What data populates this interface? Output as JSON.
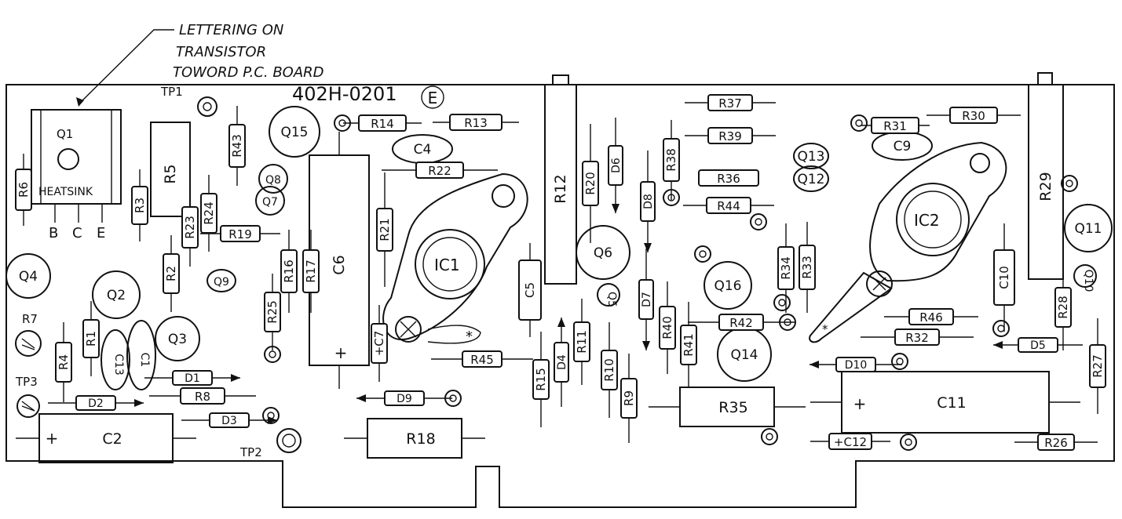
{
  "annotation": {
    "line1": "LETTERING ON",
    "line2": "TRANSISTOR",
    "line3": "TOWORD P.C. BOARD"
  },
  "board_id": "402H-0201",
  "board_rev": "E",
  "heatsink": {
    "q": "Q1",
    "label": "HEATSINK",
    "b": "B",
    "c": "C",
    "e": "E"
  },
  "test_points": {
    "tp1": "TP1",
    "tp2": "TP2",
    "tp3": "TP3"
  },
  "trimmer": "R7",
  "ics": {
    "ic1": "IC1",
    "ic2": "IC2"
  },
  "big_caps": {
    "c2": "C2",
    "c6": "C6",
    "c11": "C11"
  },
  "big_resistors": {
    "r5": "R5",
    "r12": "R12",
    "r18": "R18",
    "r29": "R29",
    "r35": "R35"
  },
  "circle_parts": {
    "q15": "Q15",
    "q4": "Q4",
    "q2": "Q2",
    "q3": "Q3",
    "q6": "Q6",
    "q16": "Q16",
    "q14": "Q14",
    "q11": "Q11",
    "q8": "Q8",
    "q7": "Q7",
    "q13": "Q13",
    "q12": "Q12",
    "q9": "Q9",
    "q5": "Q5",
    "q10": "Q10",
    "c4": "C4",
    "c9": "C9",
    "c13": "C13",
    "c1": "C1"
  },
  "h_resistors": {
    "r14": "R14",
    "r13": "R13",
    "r22": "R22",
    "r37": "R37",
    "r39": "R39",
    "r36": "R36",
    "r44": "R44",
    "r31": "R31",
    "r30": "R30",
    "r19": "R19",
    "r42": "R42",
    "r46": "R46",
    "r32": "R32",
    "r45": "R45",
    "r8": "R8",
    "r26": "R26",
    "c12": "+C12"
  },
  "v_resistors": {
    "r6": "R6",
    "r3": "R3",
    "r43": "R43",
    "r23": "R23",
    "r24": "R24",
    "r2": "R2",
    "r1": "R1",
    "r4": "R4",
    "r16": "R16",
    "r17": "R17",
    "r25": "R25",
    "r21": "R21",
    "r20": "R20",
    "r38": "R38",
    "r34": "R34",
    "r33": "R33",
    "r40": "R40",
    "r41": "R41",
    "r15": "R15",
    "r11": "R11",
    "r10": "R10",
    "r9": "R9",
    "r28": "R28",
    "r27": "R27",
    "c5": "C5",
    "c10": "C10",
    "c7": "+C7"
  },
  "diodes": {
    "d1": "D1",
    "d2": "D2",
    "d3": "D3",
    "d9": "D9",
    "d5": "D5",
    "d10": "D10",
    "d4": "D4",
    "d6": "D6",
    "d7": "D7",
    "d8": "D8"
  },
  "marks": {
    "plus": "+",
    "star": "*"
  }
}
